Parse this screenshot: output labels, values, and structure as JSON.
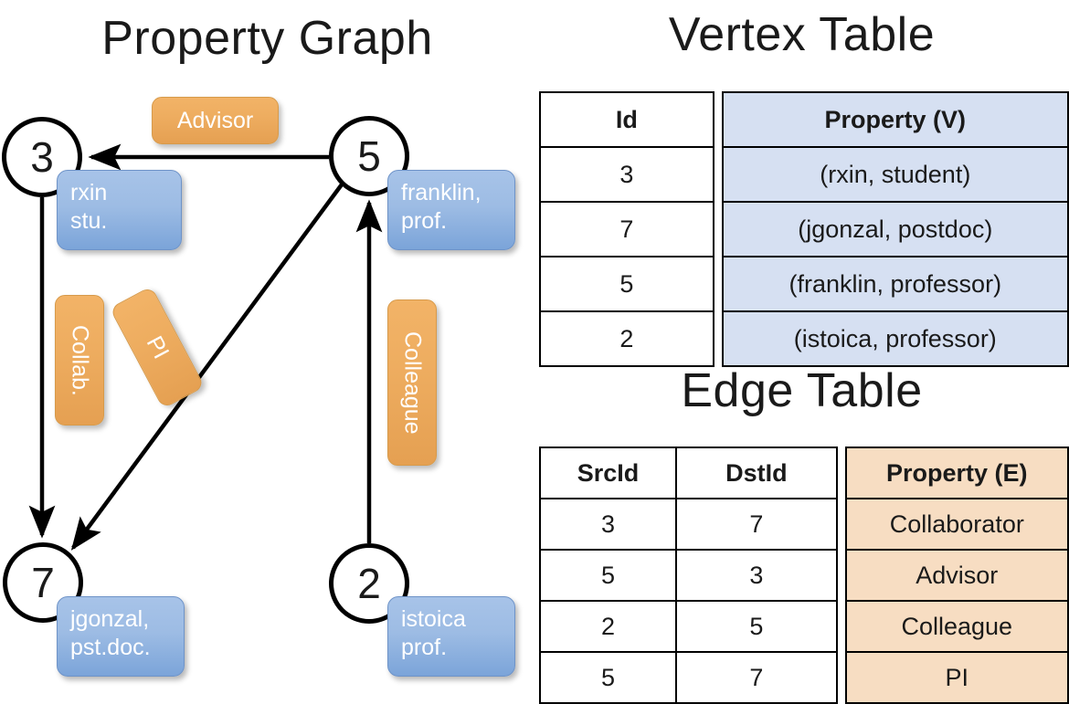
{
  "titles": {
    "property_graph": "Property Graph",
    "vertex_table": "Vertex Table",
    "edge_table": "Edge Table"
  },
  "graph": {
    "nodes": [
      {
        "id": "3",
        "property": "rxin\nstu."
      },
      {
        "id": "5",
        "property": "franklin,\nprof."
      },
      {
        "id": "7",
        "property": "jgonzal,\npst.doc."
      },
      {
        "id": "2",
        "property": "istoica\nprof."
      }
    ],
    "node_labels": {
      "n3": "3",
      "n5": "5",
      "n7": "7",
      "n2": "2"
    },
    "property_boxes": {
      "rxin_line1": "rxin",
      "rxin_line2": "stu.",
      "franklin_line1": "franklin,",
      "franklin_line2": "prof.",
      "jgonzal_line1": "jgonzal,",
      "jgonzal_line2": "pst.doc.",
      "istoica_line1": "istoica",
      "istoica_line2": "prof."
    },
    "edge_labels": {
      "advisor": "Advisor",
      "collab": "Collab.",
      "pi": "PI",
      "colleague": "Colleague"
    },
    "edges": [
      {
        "src": "5",
        "dst": "3",
        "label": "Advisor"
      },
      {
        "src": "3",
        "dst": "7",
        "label": "Collab."
      },
      {
        "src": "5",
        "dst": "7",
        "label": "PI"
      },
      {
        "src": "2",
        "dst": "5",
        "label": "Colleague"
      }
    ]
  },
  "vertex_table": {
    "headers": [
      "Id",
      "Property (V)"
    ],
    "rows": [
      {
        "id": "3",
        "property": "(rxin, student)"
      },
      {
        "id": "7",
        "property": "(jgonzal, postdoc)"
      },
      {
        "id": "5",
        "property": "(franklin, professor)"
      },
      {
        "id": "2",
        "property": "(istoica, professor)"
      }
    ]
  },
  "edge_table": {
    "headers": [
      "SrcId",
      "DstId",
      "Property (E)"
    ],
    "rows": [
      {
        "src": "3",
        "dst": "7",
        "property": "Collaborator"
      },
      {
        "src": "5",
        "dst": "3",
        "property": "Advisor"
      },
      {
        "src": "2",
        "dst": "5",
        "property": "Colleague"
      },
      {
        "src": "5",
        "dst": "7",
        "property": "PI"
      }
    ]
  },
  "colors": {
    "vertex_fill": "#d6e0f2",
    "edge_fill": "#f7ddc2",
    "node_box_blue": "#9dbce4",
    "edge_box_orange": "#eead60",
    "stroke": "#000000"
  }
}
